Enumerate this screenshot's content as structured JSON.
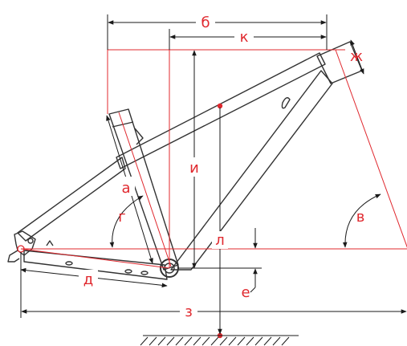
{
  "colors": {
    "frame": "#333333",
    "red": "#e0282e",
    "black": "#1a1a1a"
  },
  "labels": {
    "a": "а",
    "b": "б",
    "v": "в",
    "g": "г",
    "d": "д",
    "e": "е",
    "zh": "ж",
    "z": "з",
    "i": "и",
    "k": "к",
    "l": "л"
  }
}
